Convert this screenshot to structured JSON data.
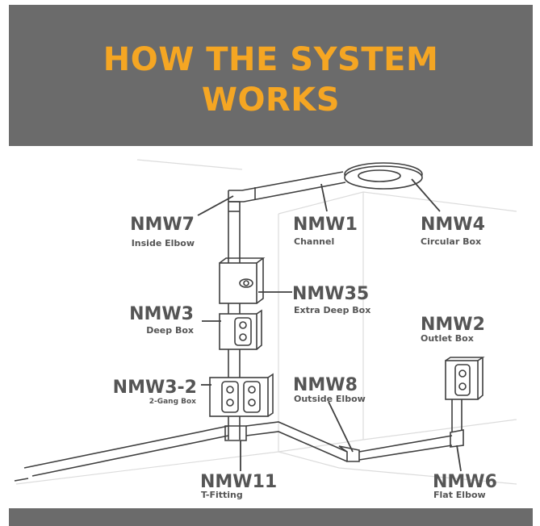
{
  "header": {
    "title_line1": "HOW THE SYSTEM",
    "title_line2": "WORKS"
  },
  "colors": {
    "header_bg": "#6b6b6b",
    "title": "#f5a623",
    "label": "#555555",
    "line": "#3f3f3f"
  },
  "labels": {
    "nmw7": {
      "code": "NMW7",
      "desc": "Inside Elbow"
    },
    "nmw1": {
      "code": "NMW1",
      "desc": "Channel"
    },
    "nmw4": {
      "code": "NMW4",
      "desc": "Circular Box"
    },
    "nmw35": {
      "code": "NMW35",
      "desc": "Extra Deep Box"
    },
    "nmw3": {
      "code": "NMW3",
      "desc": "Deep Box"
    },
    "nmw2": {
      "code": "NMW2",
      "desc": "Outlet Box"
    },
    "nmw32": {
      "code": "NMW3-2",
      "desc": "2-Gang Box"
    },
    "nmw8": {
      "code": "NMW8",
      "desc": "Outside Elbow"
    },
    "nmw11": {
      "code": "NMW11",
      "desc": "T-Fitting"
    },
    "nmw6": {
      "code": "NMW6",
      "desc": "Flat Elbow"
    }
  }
}
